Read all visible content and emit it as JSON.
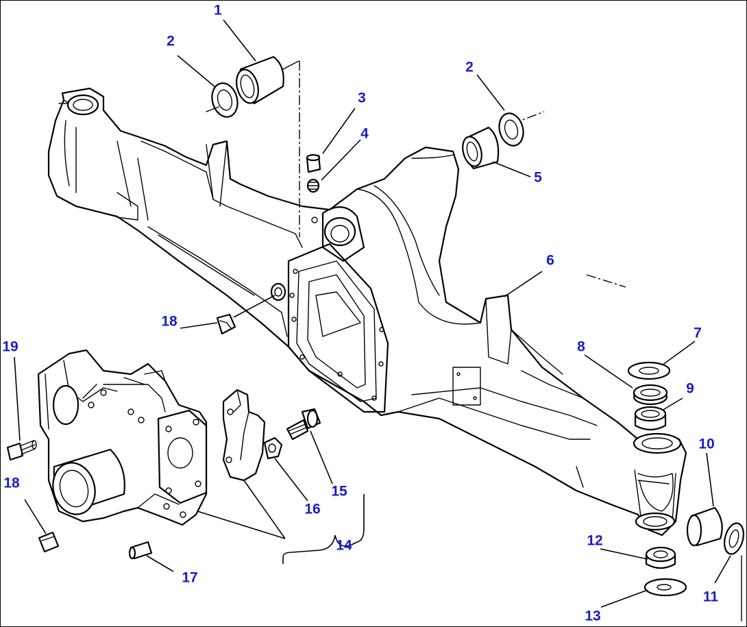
{
  "accent_color": "#1a1acc",
  "callouts": [
    {
      "id": "c1",
      "label": "1"
    },
    {
      "id": "c2a",
      "label": "2"
    },
    {
      "id": "c2b",
      "label": "2"
    },
    {
      "id": "c3",
      "label": "3"
    },
    {
      "id": "c4",
      "label": "4"
    },
    {
      "id": "c5",
      "label": "5"
    },
    {
      "id": "c6",
      "label": "6"
    },
    {
      "id": "c7",
      "label": "7"
    },
    {
      "id": "c8",
      "label": "8"
    },
    {
      "id": "c9",
      "label": "9"
    },
    {
      "id": "c10",
      "label": "10"
    },
    {
      "id": "c11",
      "label": "11"
    },
    {
      "id": "c12",
      "label": "12"
    },
    {
      "id": "c13",
      "label": "13"
    },
    {
      "id": "c14",
      "label": "14"
    },
    {
      "id": "c15",
      "label": "15"
    },
    {
      "id": "c16",
      "label": "16"
    },
    {
      "id": "c17",
      "label": "17"
    },
    {
      "id": "c18a",
      "label": "18"
    },
    {
      "id": "c18b",
      "label": "18"
    },
    {
      "id": "c19",
      "label": "19"
    }
  ]
}
